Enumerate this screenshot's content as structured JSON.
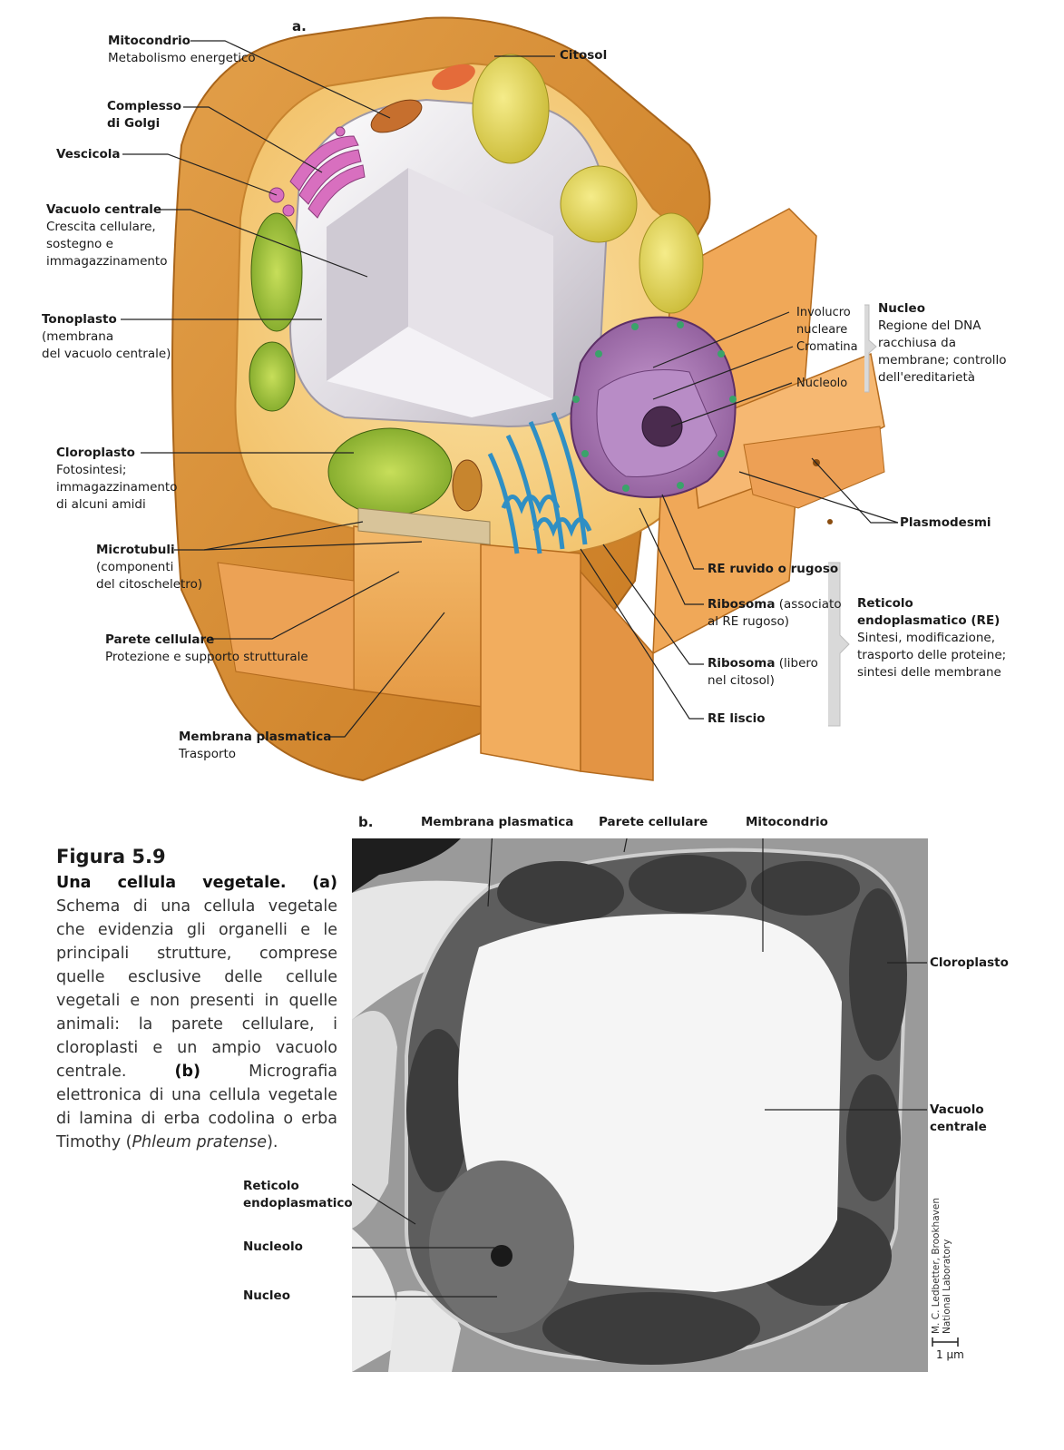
{
  "panel_a": {
    "letter": "a.",
    "labels": {
      "mitocondrio": {
        "title": "Mitocondrio",
        "sub": "Metabolismo energetico"
      },
      "citosol": {
        "title": "Citosol"
      },
      "golgi": {
        "title1": "Complesso",
        "title2": "di Golgi"
      },
      "vescicola": {
        "title": "Vescicola"
      },
      "vacuolo": {
        "title": "Vacuolo centrale",
        "sub1": "Crescita cellulare,",
        "sub2": "sostegno e",
        "sub3": "immagazzinamento"
      },
      "tonoplasto": {
        "title": "Tonoplasto",
        "sub1": "(membrana",
        "sub2": "del vacuolo centrale)"
      },
      "cloroplasto": {
        "title": "Cloroplasto",
        "sub1": "Fotosintesi;",
        "sub2": "immagazzinamento",
        "sub3": "di alcuni amidi"
      },
      "microtubuli": {
        "title": "Microtubuli",
        "sub1": "(componenti",
        "sub2": "del citoscheletro)"
      },
      "parete": {
        "title": "Parete cellulare",
        "sub": "Protezione e supporto strutturale"
      },
      "membrana": {
        "title": "Membrana plasmatica",
        "sub": "Trasporto"
      },
      "involucro": {
        "line1": "Involucro",
        "line2": "nucleare"
      },
      "cromatina": {
        "title": "Cromatina"
      },
      "nucleolo": {
        "title": "Nucleolo"
      },
      "nucleo": {
        "title": "Nucleo",
        "sub1": "Regione del DNA",
        "sub2": "racchiusa da",
        "sub3": "membrane; controllo",
        "sub4": "dell'ereditarietà"
      },
      "plasmodesmi": {
        "title": "Plasmodesmi"
      },
      "re_ruvido": {
        "title": "RE ruvido o rugoso"
      },
      "ribosoma_ass": {
        "title": "Ribosoma",
        "rest": "(associato",
        "sub": "al RE rugoso)"
      },
      "ribosoma_lib": {
        "title": "Ribosoma",
        "rest": "(libero",
        "sub": "nel citosol)"
      },
      "re_liscio": {
        "title": "RE liscio"
      },
      "reticolo": {
        "title1": "Reticolo",
        "title2": "endoplasmatico (RE)",
        "sub1": "Sintesi, modificazione,",
        "sub2": "trasporto delle proteine;",
        "sub3": "sintesi delle membrane"
      }
    }
  },
  "panel_b": {
    "letter": "b.",
    "labels": {
      "membrana": "Membrana plasmatica",
      "parete": "Parete cellulare",
      "mitocondrio": "Mitocondrio",
      "cloroplasto": "Cloroplasto",
      "vacuolo1": "Vacuolo",
      "vacuolo2": "centrale",
      "reticolo1": "Reticolo",
      "reticolo2": "endoplasmatico",
      "nucleolo": "Nucleolo",
      "nucleo": "Nucleo"
    },
    "credit1": "M. C. Ledbetter, Brookhaven",
    "credit2": "National Laboratory",
    "scale": "1 µm"
  },
  "caption": {
    "figure": "Figura 5.9",
    "lead": "Una cellula vegetale.",
    "a_tag": "(a)",
    "a_text": "Schema di una cellula vegetale che evidenzia gli organelli e le principali strutture, comprese quelle esclusive delle cellule vegetali e non presenti in quelle animali: la parete cellulare, i cloroplasti e un ampio vacuolo centrale.",
    "b_tag": "(b)",
    "b_text": "Micrografia elettronica di una cellula vegetale di lamina di erba codolina o erba Timothy (",
    "species": "Phleum pratense",
    "end": ")."
  }
}
